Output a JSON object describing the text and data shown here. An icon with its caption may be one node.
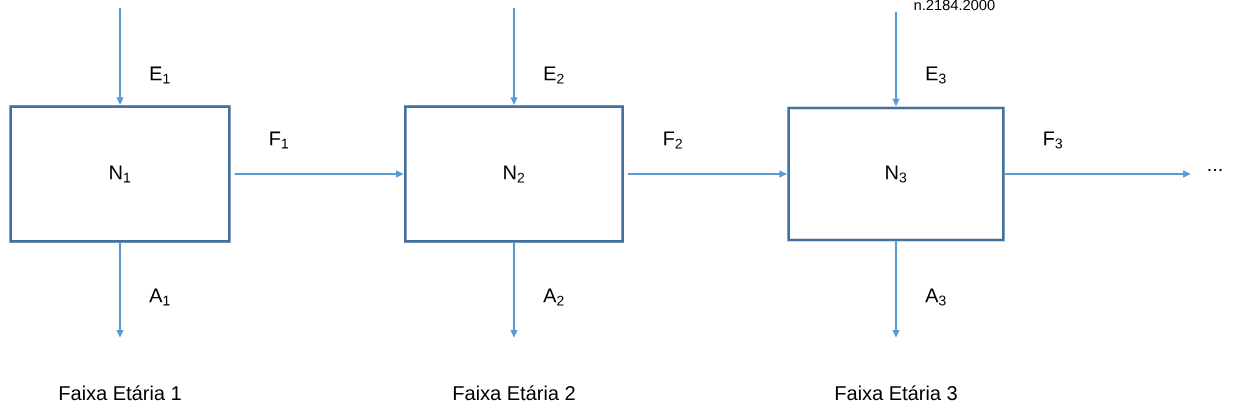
{
  "diagram": {
    "nodes": [
      {
        "text": [
          "N$_{1}$"
        ]
      },
      {
        "text": [
          "N$_{2}$"
        ]
      },
      {
        "text": [
          "N$_{3}$"
        ]
      },
      {
        "text": [
          "..."
        ]
      }
    ],
    "edges": [
      {
        "from": null,
        "to": 0,
        "arrow": "to",
        "label": "E$_{1}$"
      },
      {
        "from": 0,
        "to": null,
        "arrow": "to",
        "label": "A$_{1}$"
      },
      {
        "from": 0,
        "to": 1,
        "arrow": "to",
        "label": "F$_{1}$"
      },
      {
        "from": null,
        "to": 1,
        "arrow": "to",
        "label": "E$_{2}$"
      },
      {
        "from": 1,
        "to": null,
        "arrow": "to",
        "label": "A$_{2}$"
      },
      {
        "from": 1,
        "to": 2,
        "arrow": "to",
        "label": "F$_{2}$"
      },
      {
        "from": null,
        "to": 2,
        "arrow": "to",
        "label": "E$_{3}$"
      },
      {
        "from": 2,
        "to": null,
        "arrow": "to",
        "label": "A$_{3}$"
      },
      {
        "from": 2,
        "to": 3,
        "arrow": "to",
        "label": "F$_{3}$"
      }
    ],
    "labels": [
      "n.2184.2000",
      "Faixa Etária 1",
      "Faixa Etária 2",
      "Faixa Etária 3"
    ]
  }
}
